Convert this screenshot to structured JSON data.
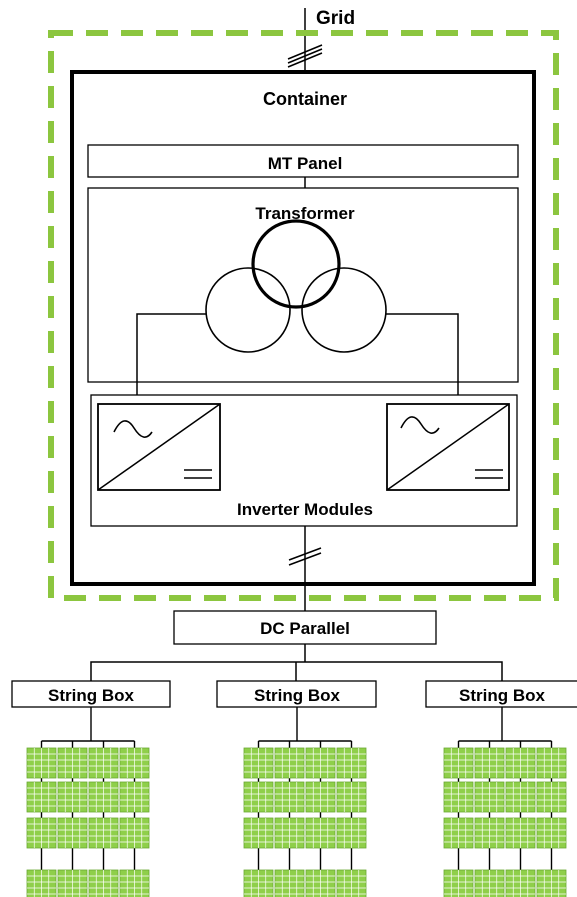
{
  "labels": {
    "grid": "Grid",
    "container": "Container",
    "mt_panel": "MT Panel",
    "transformer": "Transformer",
    "inverter_modules": "Inverter Modules",
    "dc_parallel": "DC Parallel",
    "string_box_1": "String Box",
    "string_box_2": "String Box",
    "string_box_3": "String Box"
  },
  "colors": {
    "boundary_dash": "#8cc63f",
    "pv_panel": "#8fcf4a",
    "line": "#000000"
  },
  "icons": {
    "inverter": "dc-ac-inverter-icon",
    "transformer": "three-winding-transformer-icon",
    "pv_array": "solar-panel-grid-icon"
  },
  "structure": {
    "inverter_count": 2,
    "string_box_count": 3,
    "panel_rows_per_array": 4,
    "panel_columns_per_array": 4
  }
}
